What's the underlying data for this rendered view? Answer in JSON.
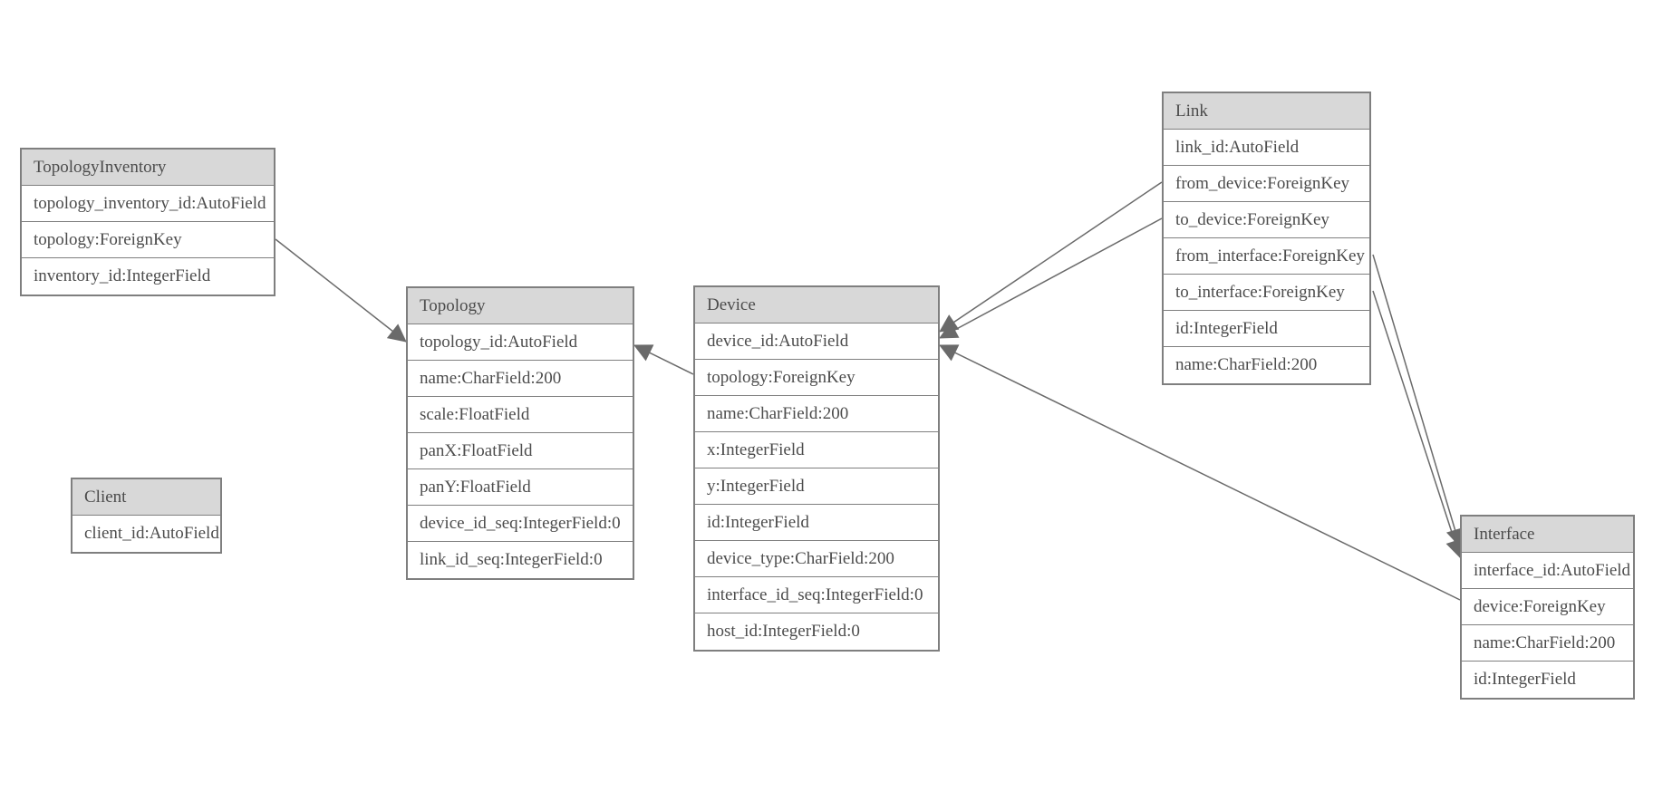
{
  "colors": {
    "header_fill": "#d8d8d8",
    "box_border": "#7f7f7f",
    "text": "#4c4c4c",
    "edge_line": "#6a6a6a",
    "background": "#ffffff"
  },
  "tables": [
    {
      "name": "TopologyInventory",
      "fields": [
        "topology_inventory_id:AutoField",
        "topology:ForeignKey",
        "inventory_id:IntegerField"
      ]
    },
    {
      "name": "Topology",
      "fields": [
        "topology_id:AutoField",
        "name:CharField:200",
        "scale:FloatField",
        "panX:FloatField",
        "panY:FloatField",
        "device_id_seq:IntegerField:0",
        "link_id_seq:IntegerField:0"
      ]
    },
    {
      "name": "Client",
      "fields": [
        "client_id:AutoField"
      ]
    },
    {
      "name": "Device",
      "fields": [
        "device_id:AutoField",
        "topology:ForeignKey",
        "name:CharField:200",
        "x:IntegerField",
        "y:IntegerField",
        "id:IntegerField",
        "device_type:CharField:200",
        "interface_id_seq:IntegerField:0",
        "host_id:IntegerField:0"
      ]
    },
    {
      "name": "Link",
      "fields": [
        "link_id:AutoField",
        "from_device:ForeignKey",
        "to_device:ForeignKey",
        "from_interface:ForeignKey",
        "to_interface:ForeignKey",
        "id:IntegerField",
        "name:CharField:200"
      ]
    },
    {
      "name": "Interface",
      "fields": [
        "interface_id:AutoField",
        "device:ForeignKey",
        "name:CharField:200",
        "id:IntegerField"
      ]
    }
  ],
  "relationships": [
    {
      "from": "TopologyInventory.topology",
      "to": "Topology"
    },
    {
      "from": "Device.topology",
      "to": "Topology"
    },
    {
      "from": "Link.from_device",
      "to": "Device"
    },
    {
      "from": "Link.to_device",
      "to": "Device"
    },
    {
      "from": "Link.from_interface",
      "to": "Interface"
    },
    {
      "from": "Link.to_interface",
      "to": "Interface"
    },
    {
      "from": "Interface.device",
      "to": "Device"
    }
  ]
}
